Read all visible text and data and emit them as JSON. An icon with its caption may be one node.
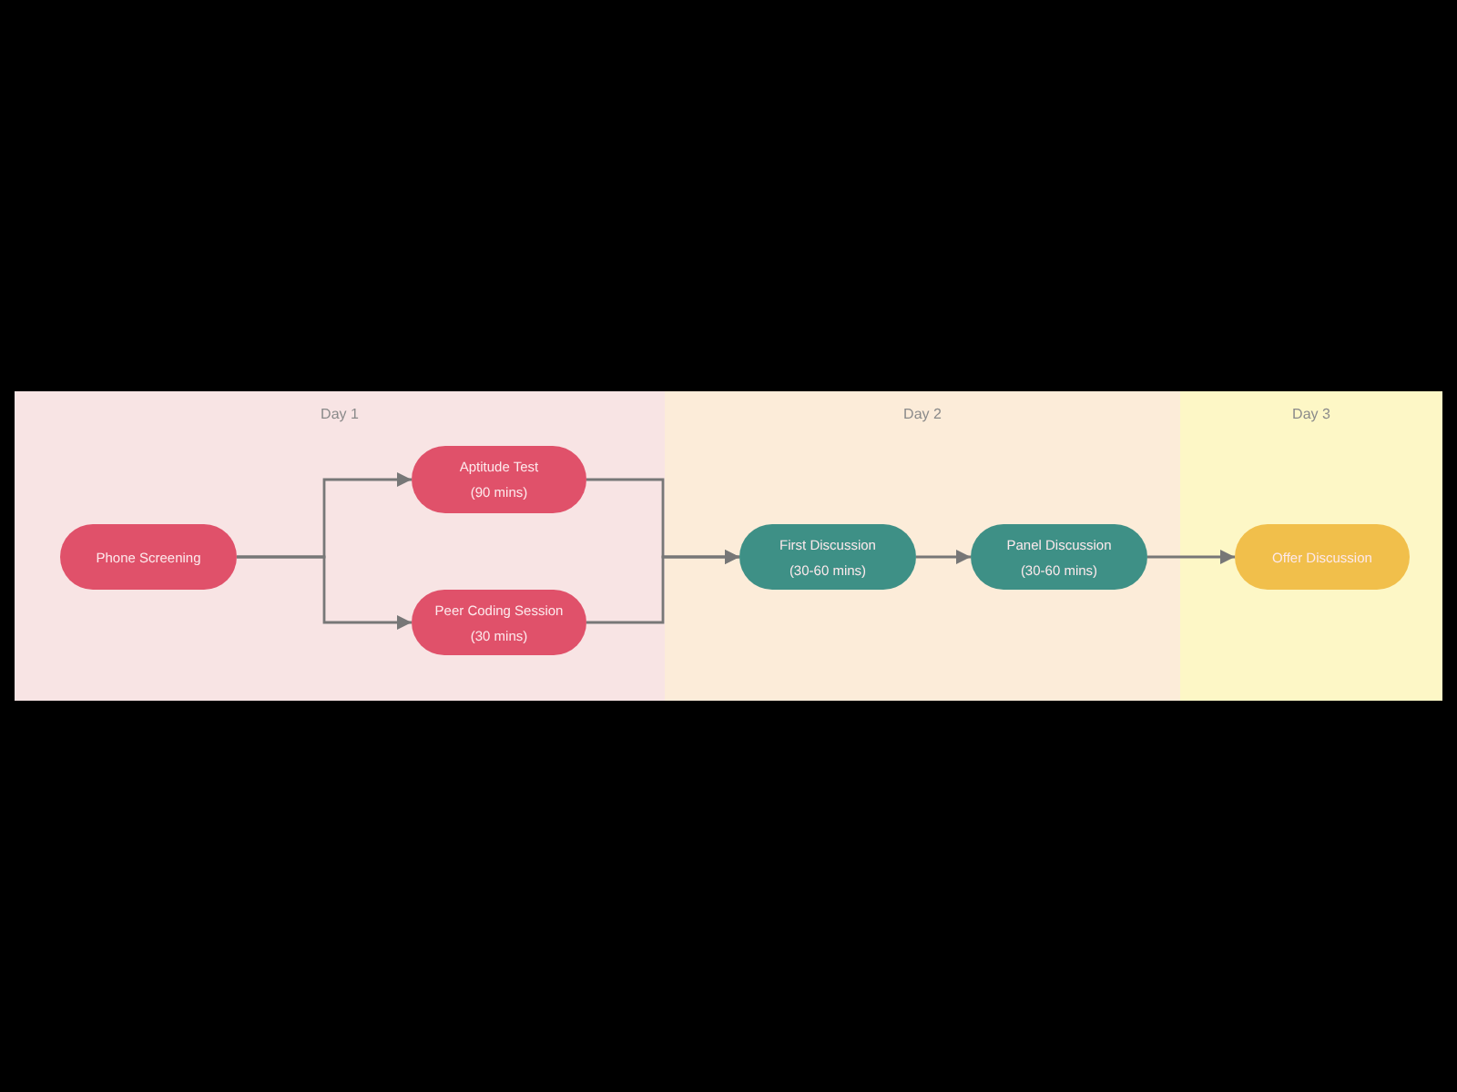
{
  "diagram": {
    "nodes": [
      {
        "text": [
          "Day 1"
        ]
      },
      {
        "text": [
          "Phone Screening"
        ],
        "in": 0
      },
      {
        "text": [
          "Aptitude Test",
          "(90 mins)"
        ],
        "in": 0
      },
      {
        "text": [
          "Peer Coding Session",
          "(30 mins)"
        ],
        "in": 0
      },
      {
        "text": [
          "Day 2"
        ]
      },
      {
        "text": [
          "First Discussion",
          "(30-60 mins)"
        ],
        "in": 4
      },
      {
        "text": [
          "Panel Discussion",
          "(30-60 mins)"
        ],
        "in": 4
      },
      {
        "text": [
          "Day 3"
        ]
      },
      {
        "text": [
          "Offer Discussion"
        ],
        "in": 7
      }
    ],
    "edges": [
      {
        "from": 1,
        "to": 2,
        "arrow": "to"
      },
      {
        "from": 1,
        "to": 3,
        "arrow": "to"
      },
      {
        "from": 2,
        "to": 5,
        "arrow": "to"
      },
      {
        "from": 3,
        "to": 5,
        "arrow": "to"
      },
      {
        "from": 5,
        "to": 6,
        "arrow": "to"
      },
      {
        "from": 6,
        "to": 8,
        "arrow": "to"
      }
    ]
  }
}
